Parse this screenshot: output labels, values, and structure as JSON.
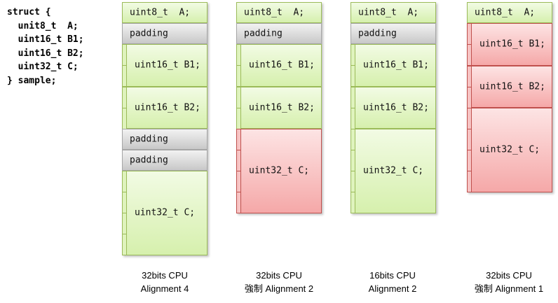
{
  "code": [
    "struct {",
    "  unit8_t  A;",
    "  uint16_t B1;",
    "  uint16_t B2;",
    "  uint32_t C;",
    "} sample;"
  ],
  "columns": [
    {
      "caption1": "32bits CPU",
      "caption2": "Alignment 4",
      "rows": [
        {
          "label": "uint8_t  A;",
          "bytes": 1,
          "color": "green"
        },
        {
          "label": "padding",
          "bytes": 1,
          "color": "gray"
        },
        {
          "label": "uint16_t B1;",
          "bytes": 2,
          "color": "green"
        },
        {
          "label": "uint16_t B2;",
          "bytes": 2,
          "color": "green"
        },
        {
          "label": "padding",
          "bytes": 1,
          "color": "gray"
        },
        {
          "label": "padding",
          "bytes": 1,
          "color": "gray"
        },
        {
          "label": "uint32_t C;",
          "bytes": 4,
          "color": "green"
        }
      ]
    },
    {
      "caption1": "32bits CPU",
      "caption2": "強制 Alignment 2",
      "rows": [
        {
          "label": "uint8_t  A;",
          "bytes": 1,
          "color": "green"
        },
        {
          "label": "padding",
          "bytes": 1,
          "color": "gray"
        },
        {
          "label": "uint16_t B1;",
          "bytes": 2,
          "color": "green"
        },
        {
          "label": "uint16_t B2;",
          "bytes": 2,
          "color": "green"
        },
        {
          "label": "uint32_t C;",
          "bytes": 4,
          "color": "red"
        }
      ]
    },
    {
      "caption1": "16bits CPU",
      "caption2": "Alignment 2",
      "rows": [
        {
          "label": "uint8_t  A;",
          "bytes": 1,
          "color": "green"
        },
        {
          "label": "padding",
          "bytes": 1,
          "color": "gray"
        },
        {
          "label": "uint16_t B1;",
          "bytes": 2,
          "color": "green"
        },
        {
          "label": "uint16_t B2;",
          "bytes": 2,
          "color": "green"
        },
        {
          "label": "uint32_t C;",
          "bytes": 4,
          "color": "green"
        }
      ]
    },
    {
      "caption1": "32bits CPU",
      "caption2": "強制 Alignment 1",
      "rows": [
        {
          "label": "uint8_t  A;",
          "bytes": 1,
          "color": "green"
        },
        {
          "label": "uint16_t B1;",
          "bytes": 2,
          "color": "red"
        },
        {
          "label": "uint16_t B2;",
          "bytes": 2,
          "color": "red"
        },
        {
          "label": "uint32_t C;",
          "bytes": 4,
          "color": "red"
        }
      ]
    }
  ]
}
